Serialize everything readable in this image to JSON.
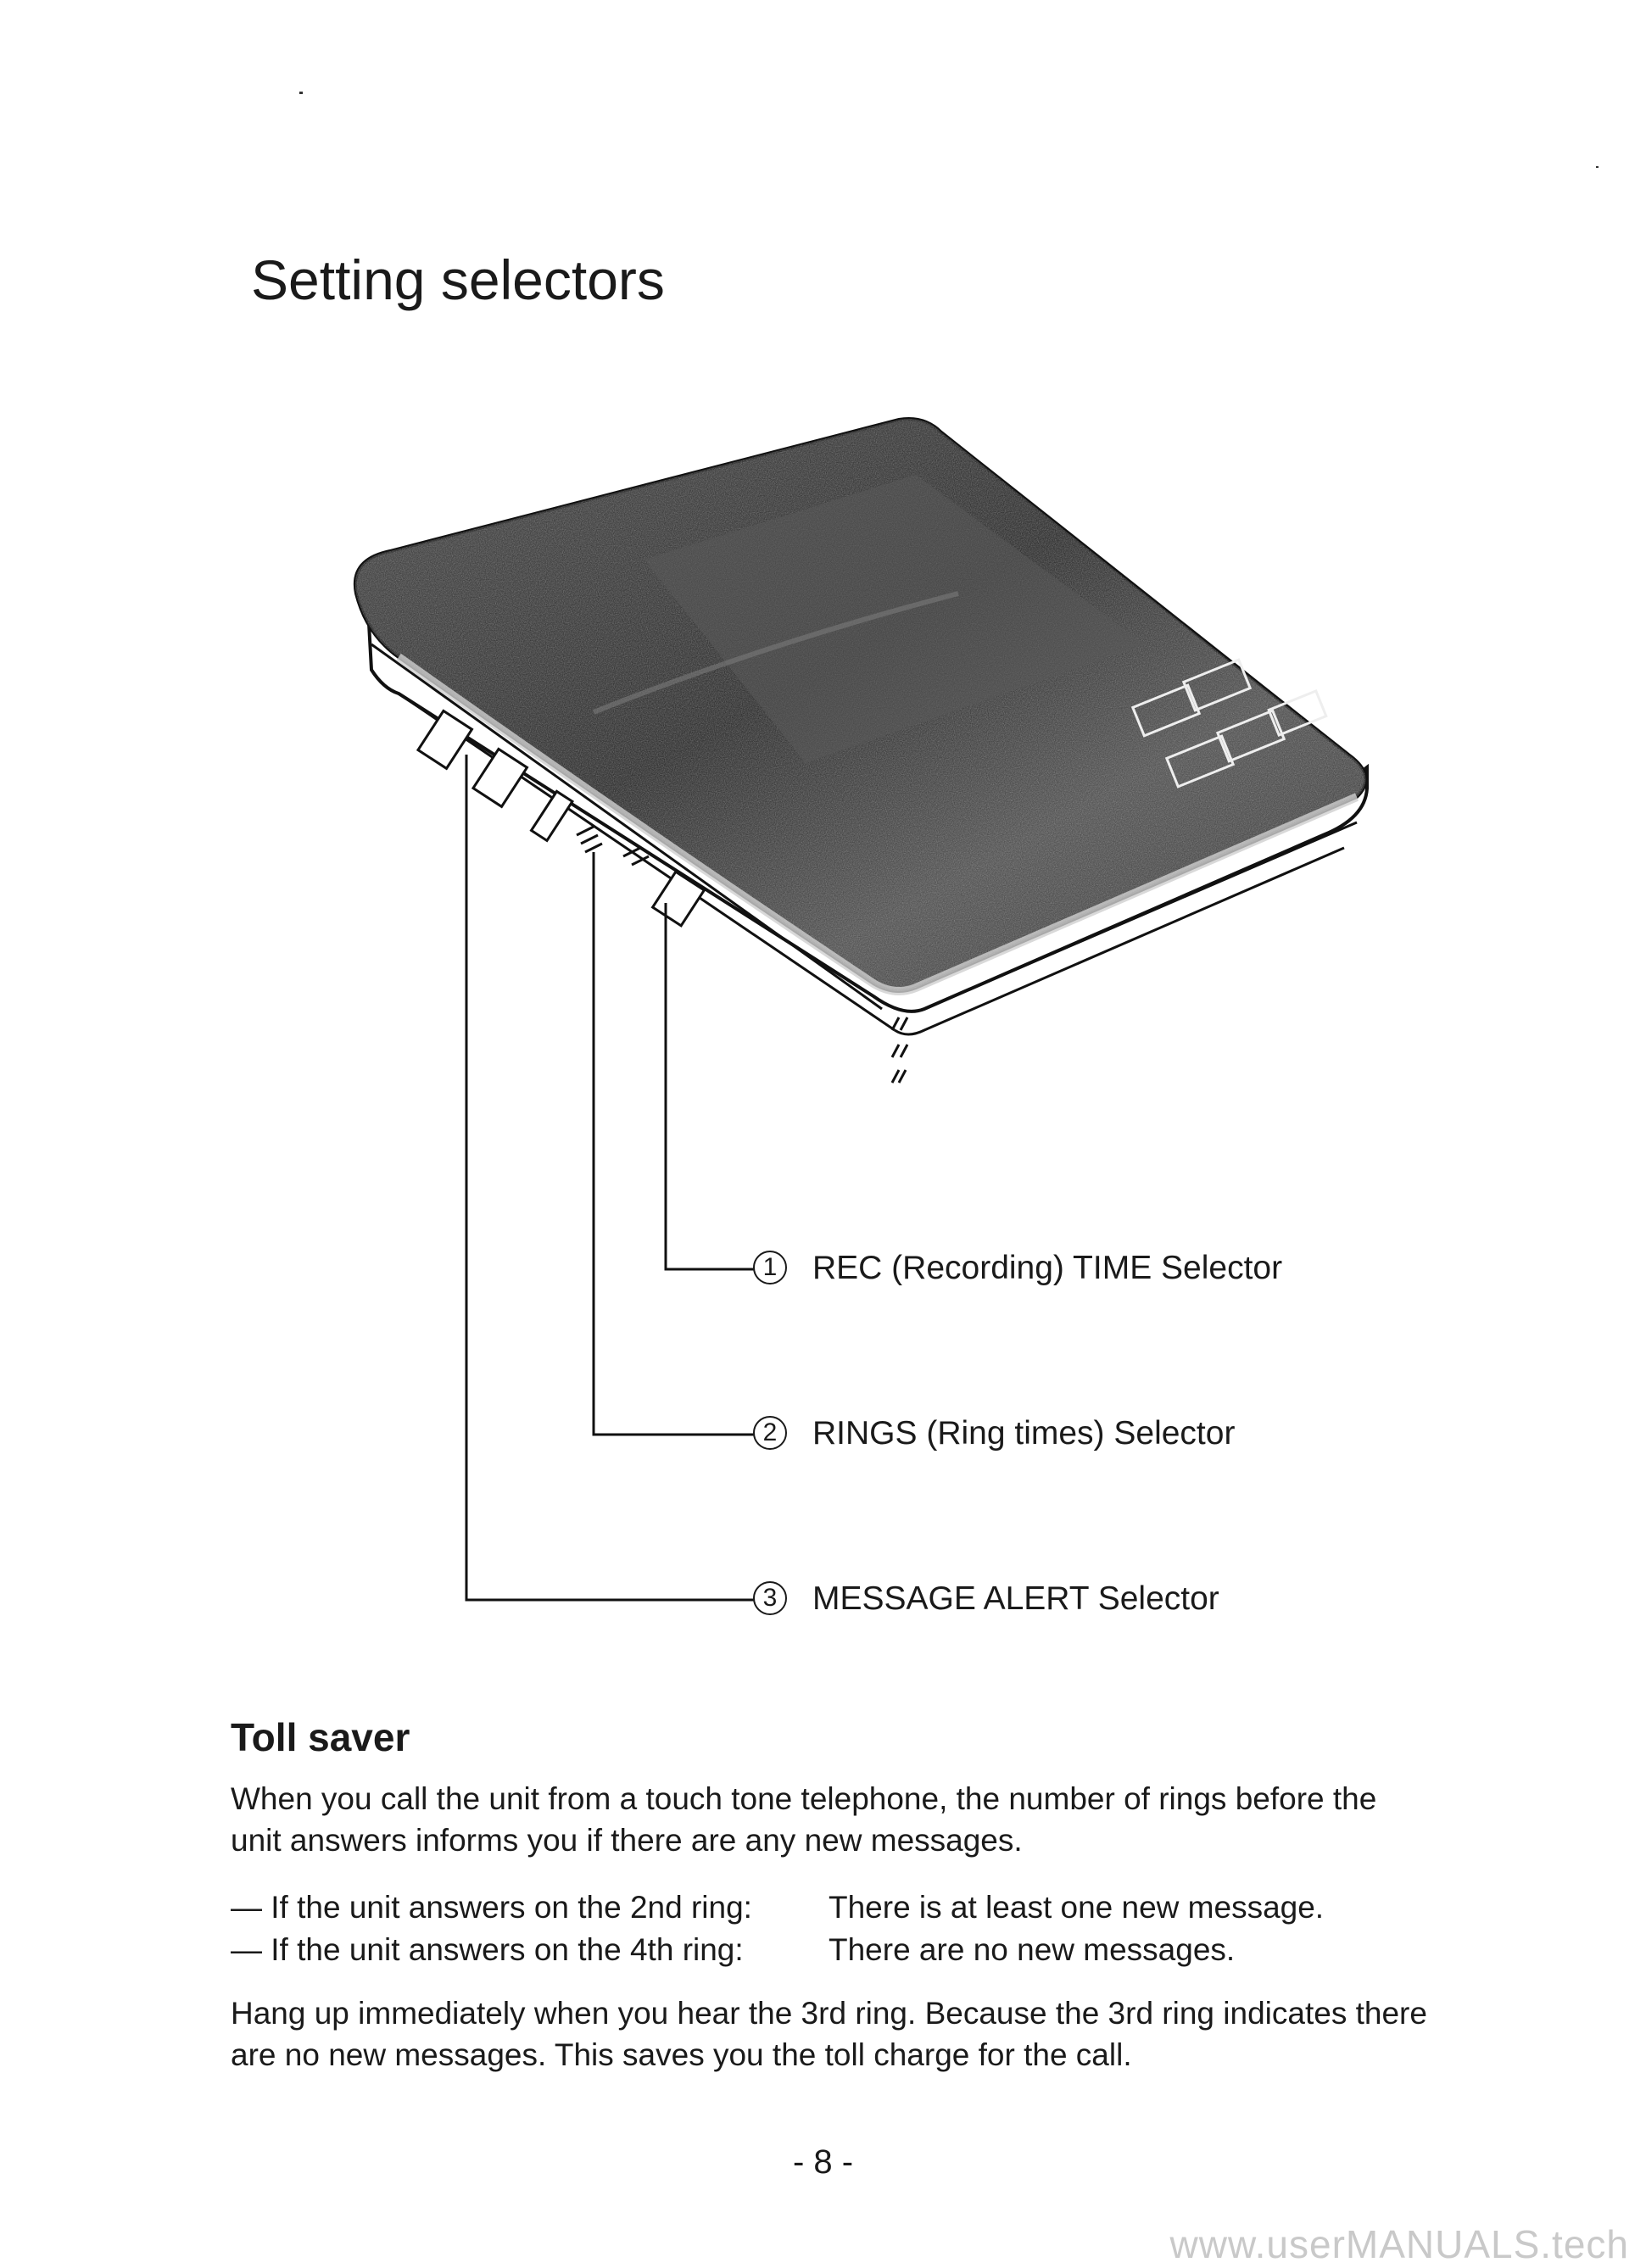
{
  "page": {
    "title": "Setting selectors",
    "selectors": [
      {
        "num": "1",
        "label": "REC (Recording) TIME Selector"
      },
      {
        "num": "2",
        "label": "RINGS (Ring times) Selector"
      },
      {
        "num": "3",
        "label": "MESSAGE ALERT Selector"
      }
    ],
    "toll_saver": {
      "heading": "Toll saver",
      "intro": "When you call the unit from a touch tone telephone, the number of rings before the unit answers informs you if there are any new messages.",
      "rules": [
        {
          "condition": "— If the unit answers on the 2nd ring:",
          "result": "There is at least one new message."
        },
        {
          "condition": "— If the unit answers on the 4th ring:",
          "result": "There are no new messages."
        }
      ],
      "advice": "Hang up immediately when you hear the 3rd ring. Because the 3rd ring indicates there are no new messages. This saves you the toll charge for the call."
    },
    "page_number": "- 8 -",
    "watermark": "www.userMANUALS.tech"
  }
}
